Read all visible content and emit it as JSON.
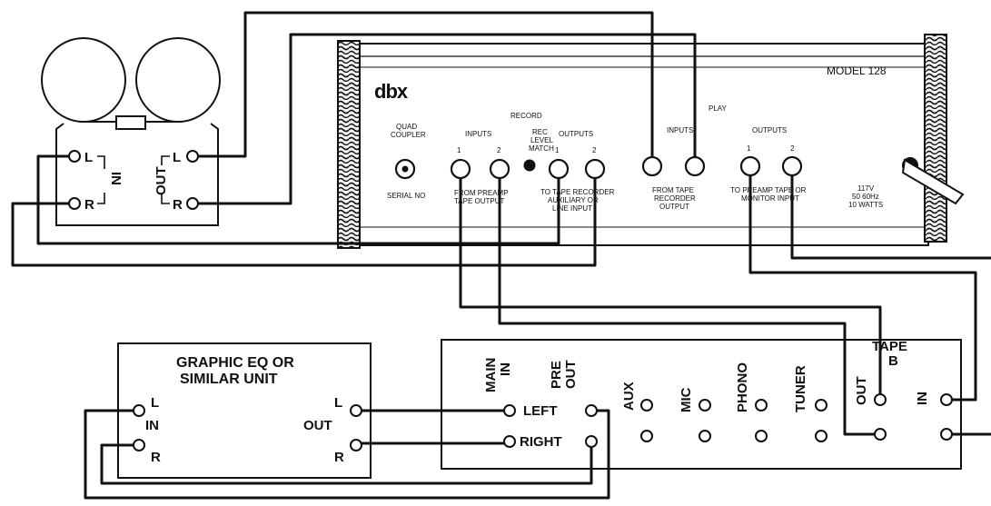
{
  "dbx": {
    "brand": "dbx",
    "model": "MODEL 128",
    "record": "RECORD",
    "play": "PLAY",
    "quad_coupler_1": "QUAD",
    "quad_coupler_2": "COUPLER",
    "serial_no": "SERIAL NO",
    "rec_inputs": "INPUTS",
    "rec_outputs": "OUTPUTS",
    "rec_level_1": "REC",
    "rec_level_2": "LEVEL",
    "rec_level_3": "MATCH",
    "num1": "1",
    "num2": "2",
    "from_preamp_1": "FROM PREAMP",
    "from_preamp_2": "TAPE OUTPUT",
    "to_tape_1": "TO TAPE RECORDER",
    "to_tape_2": "AUXILIARY OR",
    "to_tape_3": "LINE INPUT",
    "play_inputs": "INPUTS",
    "play_outputs": "OUTPUTS",
    "from_tape_1": "FROM TAPE",
    "from_tape_2": "RECORDER",
    "from_tape_3": "OUTPUT",
    "to_preamp_1": "TO PREAMP TAPE OR",
    "to_preamp_2": "MONITOR INPUT",
    "power_1": "117V",
    "power_2": "50 60Hz",
    "power_3": "10 WATTS"
  },
  "tape_deck": {
    "l_in": "L",
    "r_in": "R",
    "in": "IN",
    "out": "OUT",
    "l_out": "L",
    "r_out": "R"
  },
  "eq": {
    "title_1": "GRAPHIC EQ OR",
    "title_2": "SIMILAR UNIT",
    "l_in": "L",
    "in": "IN",
    "r_in": "R",
    "l_out": "L",
    "out": "OUT",
    "r_out": "R"
  },
  "receiver": {
    "main_in_1": "MAIN",
    "main_in_2": "IN",
    "pre_out_1": "PRE",
    "pre_out_2": "OUT",
    "left": "LEFT",
    "right": "RIGHT",
    "aux": "AUX",
    "mic": "MIC",
    "phono": "PHONO",
    "tuner": "TUNER",
    "tape": "TAPE",
    "tape_b": "B",
    "out": "OUT",
    "in": "IN"
  }
}
